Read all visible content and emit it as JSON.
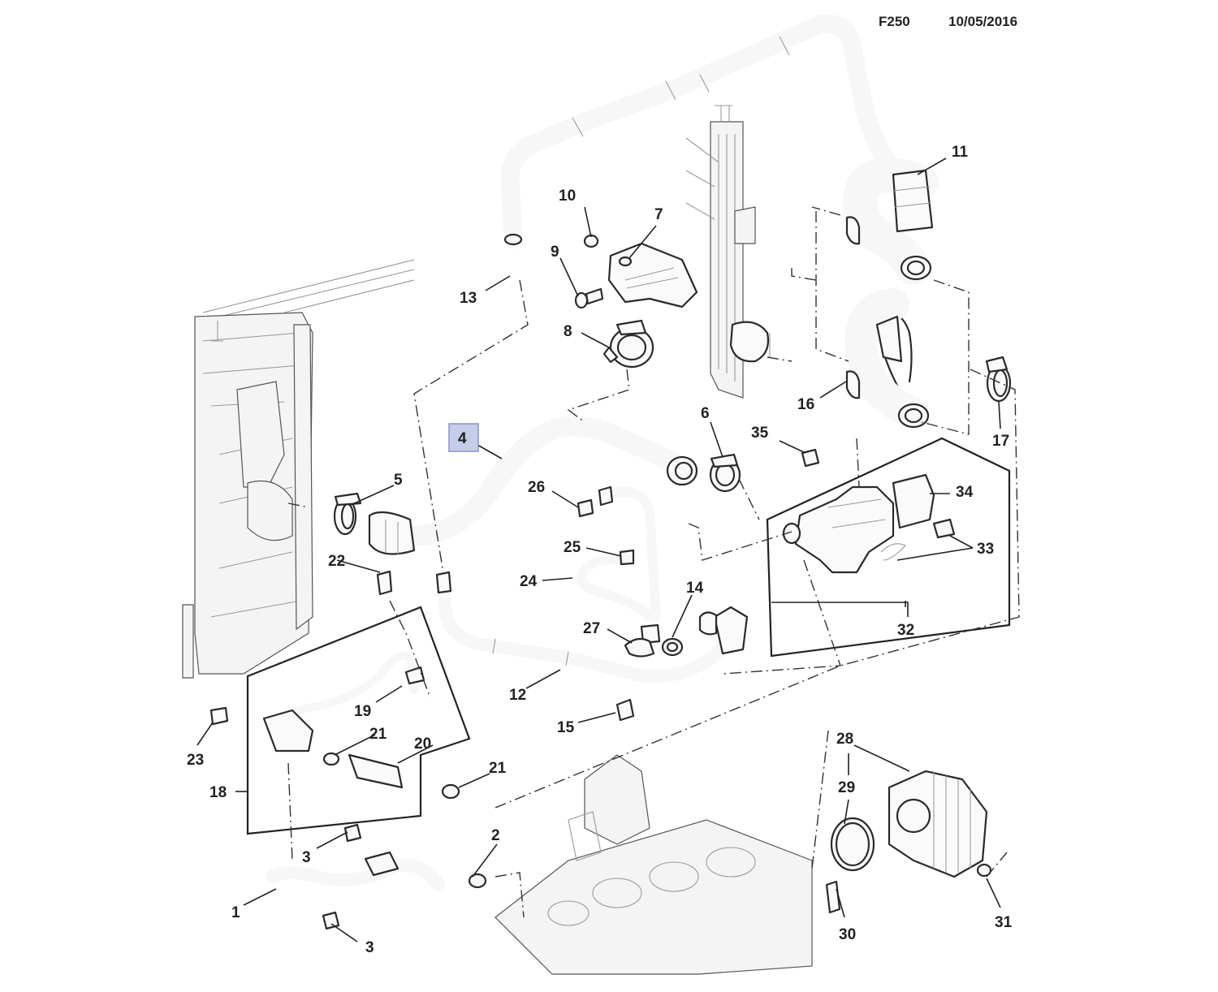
{
  "header": {
    "code": "F250",
    "date": "10/05/2016"
  },
  "highlight_color": "#c5cde8",
  "callouts": {
    "c1": "1",
    "c2": "2",
    "c3a": "3",
    "c3b": "3",
    "c4": "4",
    "c5": "5",
    "c6": "6",
    "c7": "7",
    "c8": "8",
    "c9": "9",
    "c10": "10",
    "c11": "11",
    "c12": "12",
    "c13": "13",
    "c14": "14",
    "c15": "15",
    "c16": "16",
    "c17": "17",
    "c18": "18",
    "c19": "19",
    "c20": "20",
    "c21a": "21",
    "c21b": "21",
    "c22": "22",
    "c23": "23",
    "c24": "24",
    "c25": "25",
    "c26": "26",
    "c27": "27",
    "c28": "28",
    "c29": "29",
    "c30": "30",
    "c31": "31",
    "c32": "32",
    "c33": "33",
    "c34": "34",
    "c35": "35"
  }
}
